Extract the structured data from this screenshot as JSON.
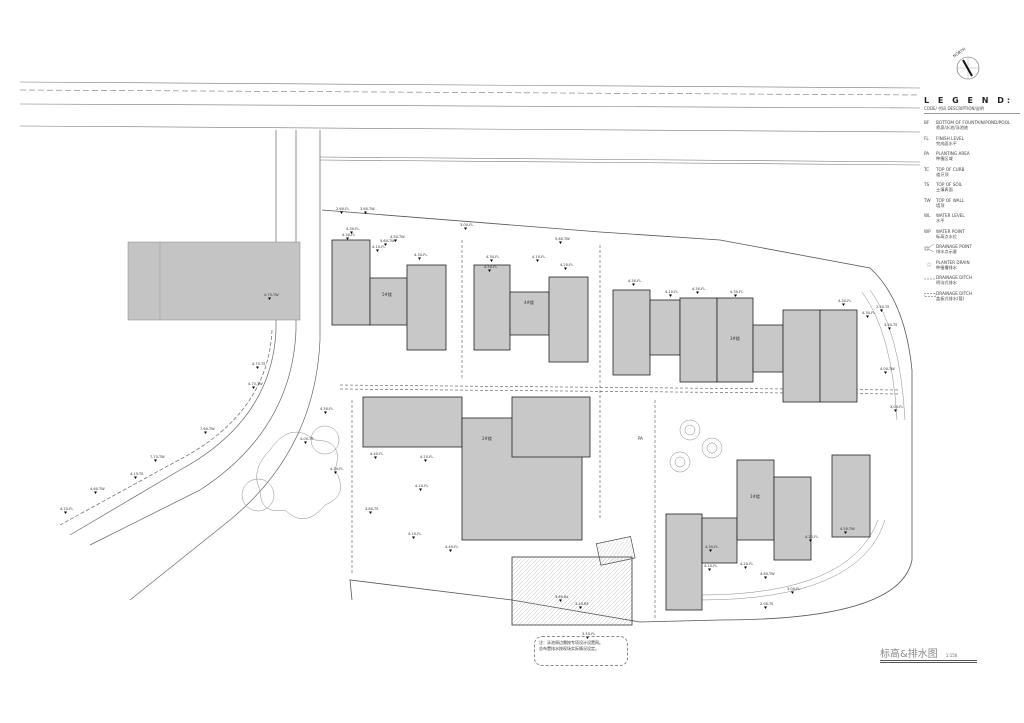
{
  "north": {
    "label": "NORTH"
  },
  "legend": {
    "title": "L E G E N D:",
    "header": "CODE/ 代码   DESCRIPTION/说明",
    "items": [
      {
        "code": "BF",
        "en": "BOTTOM OF FOUNTAIN/POND/POOL",
        "cn": "喷泉/水池/泳池底"
      },
      {
        "code": "FL",
        "en": "FINISH LEVEL",
        "cn": "完成面水平"
      },
      {
        "code": "PA",
        "en": "PLANTING AREA",
        "cn": "种植区域"
      },
      {
        "code": "TC",
        "en": "TOP OF CURB",
        "cn": "道牙顶"
      },
      {
        "code": "TS",
        "en": "TOP OF SOIL",
        "cn": "土壤表面"
      },
      {
        "code": "TW",
        "en": "TOP OF WALL",
        "cn": "墙顶"
      },
      {
        "code": "WL",
        "en": "WATER LEVEL",
        "cn": "水平"
      },
      {
        "code": "WP",
        "en": "WATER POINT",
        "cn": "标高点水位"
      },
      {
        "code": "",
        "symbol": "drainage-point",
        "en": "DRAINAGE POINT",
        "cn": "排水点示意"
      },
      {
        "code": "",
        "symbol": "planter-drain",
        "en": "PLANTER DRAIN",
        "cn": "种植槽排水"
      },
      {
        "code": "",
        "symbol": "drainage-ditch-open",
        "en": "DRAINAGE DITCH",
        "cn": "明沟式排水"
      },
      {
        "code": "",
        "symbol": "drainage-ditch-covered",
        "en": "DRAINAGE DITCH",
        "cn": "盖板式排水(管)"
      }
    ]
  },
  "buildings": [
    "5#楼",
    "4#楼",
    "3#楼",
    "2#楼",
    "1#楼"
  ],
  "planting_label": "PA",
  "markers": [
    "2.60-FL",
    "3.60-TW",
    "4.30-FL",
    "4.50-TW",
    "3.00-FL",
    "5.60-TW",
    "4.10-FL",
    "4.30-FL",
    "4.30-FL",
    "4.30-FL",
    "4.50-FL",
    "5.60-TW",
    "4.10-FL",
    "4.20-FL",
    "4.30-FL",
    "4.10-FL",
    "4.30-FL",
    "4.30-FL",
    "4.30-FL",
    "4.30-FL",
    "4.00-TW",
    "3.00-FL",
    "2.50-TS",
    "3.50-TS",
    "4.75-TW",
    "4.75-TS",
    "4.75-TW",
    "7.60-TW",
    "7.75-TW",
    "4.60-TW",
    "4.15-TS",
    "4.10-FL",
    "4.30-FL",
    "4.40-FL",
    "4.25-FL",
    "4.10-FL",
    "3.80-TS",
    "4.10-FL",
    "3.60-BL",
    "3.40-BF",
    "4.40-FL",
    "4.20-FL",
    "4.10-FL",
    "4.30-FL",
    "4.60-TW",
    "3.00-FL",
    "2.90-TS",
    "4.50-TW",
    "4.20-FL",
    "3.55-FL",
    "4.00-TS",
    "4.30-FL"
  ],
  "note": {
    "line1": "注：泳池周边需按专项设计设置网。",
    "line2": "总布置排水按现场实际情况设定。"
  },
  "title": {
    "text": "标高&排水图",
    "scale": "1:150"
  }
}
